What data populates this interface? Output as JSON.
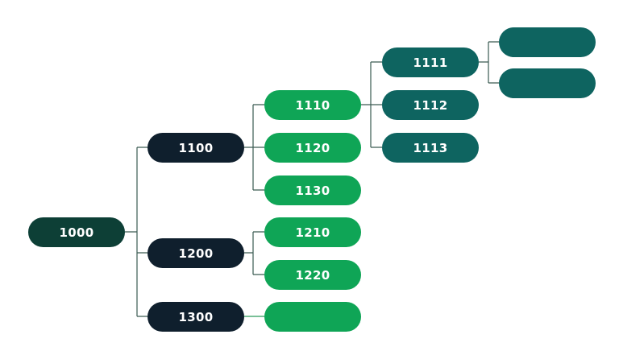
{
  "nodes": {
    "n1000": {
      "label": "1000",
      "color": "#0d3f36"
    },
    "n1100": {
      "label": "1100",
      "color": "#0f1f2d"
    },
    "n1200": {
      "label": "1200",
      "color": "#0f1f2d"
    },
    "n1300": {
      "label": "1300",
      "color": "#0f1f2d"
    },
    "n1110": {
      "label": "1110",
      "color": "#0fa556"
    },
    "n1120": {
      "label": "1120",
      "color": "#0fa556"
    },
    "n1130": {
      "label": "1130",
      "color": "#0fa556"
    },
    "n1210": {
      "label": "1210",
      "color": "#0fa556"
    },
    "n1220": {
      "label": "1220",
      "color": "#0fa556"
    },
    "n1310": {
      "label": "",
      "color": "#0fa556"
    },
    "n1111": {
      "label": "1111",
      "color": "#0e6460"
    },
    "n1112": {
      "label": "1112",
      "color": "#0e6460"
    },
    "n1113": {
      "label": "1113",
      "color": "#0e6460"
    },
    "n11111": {
      "label": "",
      "color": "#0e6460"
    },
    "n11112": {
      "label": "",
      "color": "#0e6460"
    }
  }
}
